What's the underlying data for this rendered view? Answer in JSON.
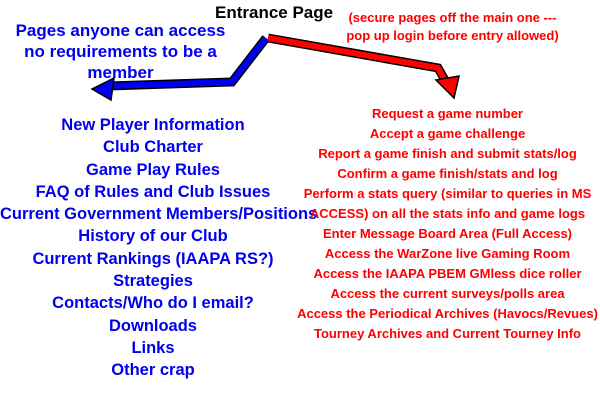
{
  "title": "Entrance Page",
  "public_note": "Pages anyone can access no requirements to be a member",
  "secure_note": "(secure pages off the main one --- pop up login before entry allowed)",
  "public_pages": [
    "New Player Information",
    "Club Charter",
    "Game Play Rules",
    "FAQ of Rules and Club Issues",
    "Current Government Members/Positions",
    "History of our Club",
    "Current Rankings (IAAPA RS?)",
    "Strategies",
    "Contacts/Who do I email?",
    "Downloads",
    "Links",
    "Other crap"
  ],
  "secure_pages": [
    "Request a game number",
    "Accept a game challenge",
    "Report a game finish and submit stats/log",
    "Confirm a game finish/stats and log",
    "Perform a stats query (similar to queries in MS",
    "ACCESS) on all the stats info and game logs",
    "Enter Message Board Area (Full Access)",
    "Access the WarZone live Gaming Room",
    "Access the IAAPA PBEM GMless dice roller",
    "Access the current surveys/polls area",
    "Access the Periodical Archives (Havocs/Revues)",
    "Tourney Archives and Current Tourney Info"
  ],
  "colors": {
    "public": "#0000ee",
    "secure": "#ff0000",
    "title": "#000000",
    "arrow_outline": "#000000"
  }
}
